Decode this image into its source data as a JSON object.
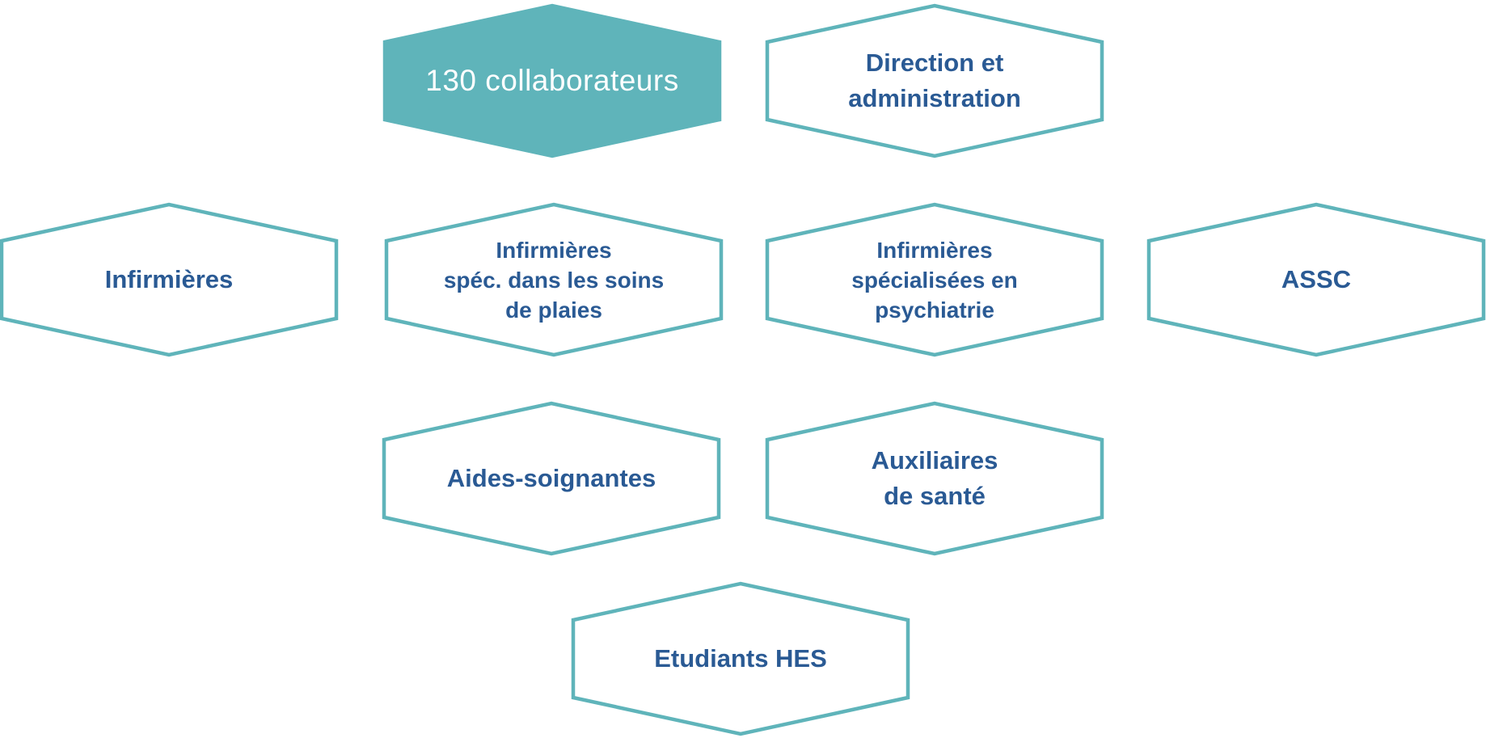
{
  "colors": {
    "accent": "#5fb4ba",
    "text": "#2a5a94",
    "filled_text": "#ffffff"
  },
  "nodes": [
    {
      "id": "collaborateurs",
      "lines": [
        "130 collaborateurs"
      ],
      "filled": true
    },
    {
      "id": "direction",
      "lines": [
        "Direction et",
        "administration"
      ],
      "filled": false
    },
    {
      "id": "infirmieres",
      "lines": [
        "Infirmières"
      ],
      "filled": false
    },
    {
      "id": "infirmieres-plaies",
      "lines": [
        "Infirmières",
        "spéc. dans les soins",
        "de plaies"
      ],
      "filled": false
    },
    {
      "id": "infirmieres-psy",
      "lines": [
        "Infirmières",
        "spécialisées en",
        "psychiatrie"
      ],
      "filled": false
    },
    {
      "id": "assc",
      "lines": [
        "ASSC"
      ],
      "filled": false
    },
    {
      "id": "aides-soignantes",
      "lines": [
        "Aides-soignantes"
      ],
      "filled": false
    },
    {
      "id": "auxiliaires",
      "lines": [
        "Auxiliaires",
        "de santé"
      ],
      "filled": false
    },
    {
      "id": "etudiants",
      "lines": [
        "Etudiants HES"
      ],
      "filled": false
    }
  ]
}
